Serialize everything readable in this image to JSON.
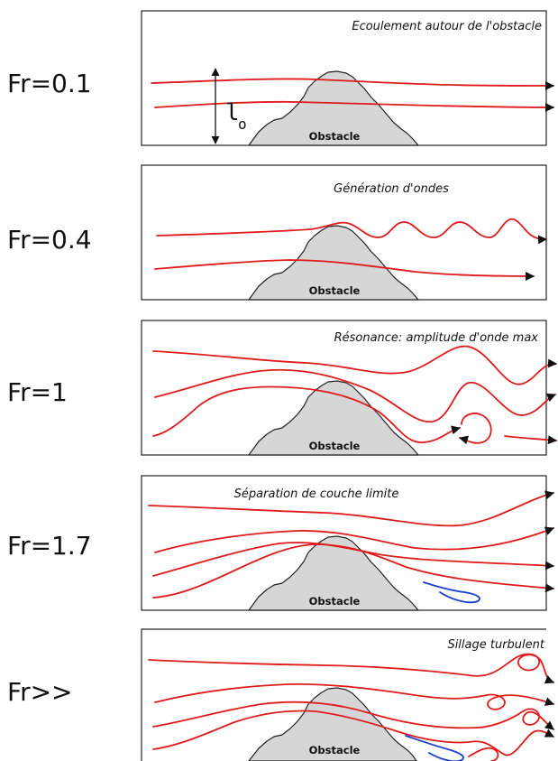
{
  "panels": [
    {
      "froude": "Fr=0.1",
      "title": "Ecoulement autour de l'obstacle",
      "obstacle_label": "Obstacle"
    },
    {
      "froude": "Fr=0.4",
      "title": "Génération d'ondes",
      "obstacle_label": "Obstacle"
    },
    {
      "froude": "Fr=1",
      "title": "Résonance: amplitude d'onde max",
      "obstacle_label": "Obstacle"
    },
    {
      "froude": "Fr=1.7",
      "title": "Séparation de couche limite",
      "obstacle_label": "Obstacle"
    },
    {
      "froude": "Fr>>",
      "title": "Sillage turbulent",
      "obstacle_label": "Obstacle"
    }
  ],
  "dimension_label": {
    "symbol": "l",
    "subscript": "o"
  },
  "colors": {
    "streamline": "#e01b1b",
    "recirculation": "#1c3fd1",
    "obstacle_fill": "#d6d6d6",
    "frame": "#222222"
  }
}
